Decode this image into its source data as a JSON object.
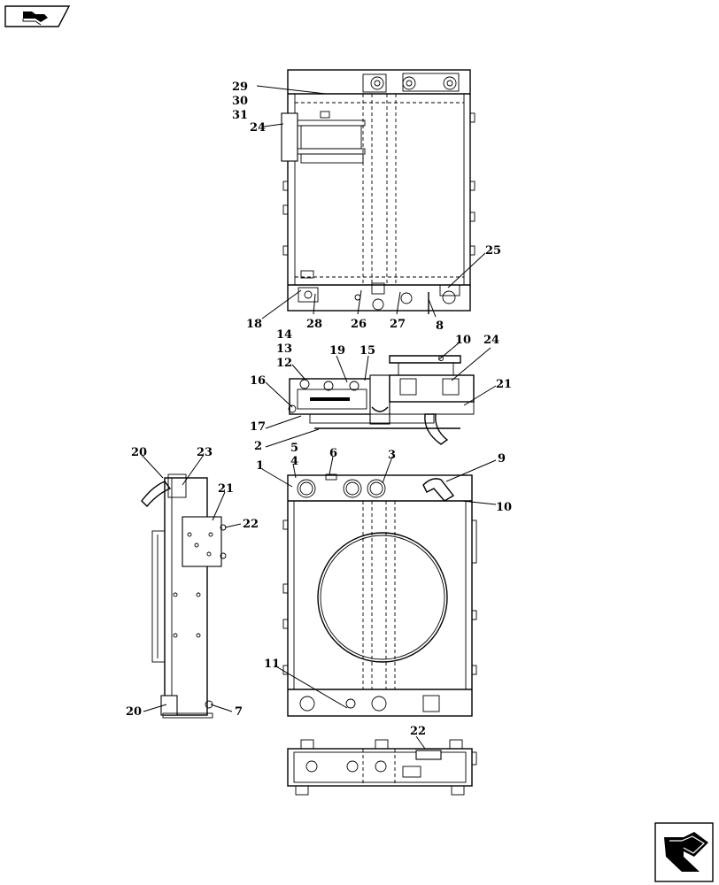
{
  "icons": {
    "top_left": "book-arrow-icon",
    "bottom_right": "next-page-arrow-icon"
  },
  "labels": {
    "l29": "29",
    "l30": "30",
    "l31": "31",
    "l24a": "24",
    "l25": "25",
    "l18": "18",
    "l28": "28",
    "l26": "26",
    "l27": "27",
    "l8": "8",
    "l14": "14",
    "l13": "13",
    "l12": "12",
    "l19": "19",
    "l15": "15",
    "l10a": "10",
    "l24b": "24",
    "l16": "16",
    "l21a": "21",
    "l17": "17",
    "l2": "2",
    "l20a": "20",
    "l23": "23",
    "l21b": "21",
    "l22a": "22",
    "l20b": "20",
    "l7": "7",
    "l5": "5",
    "l4": "4",
    "l1": "1",
    "l6": "6",
    "l3": "3",
    "l9": "9",
    "l10b": "10",
    "l11": "11",
    "l22b": "22"
  }
}
